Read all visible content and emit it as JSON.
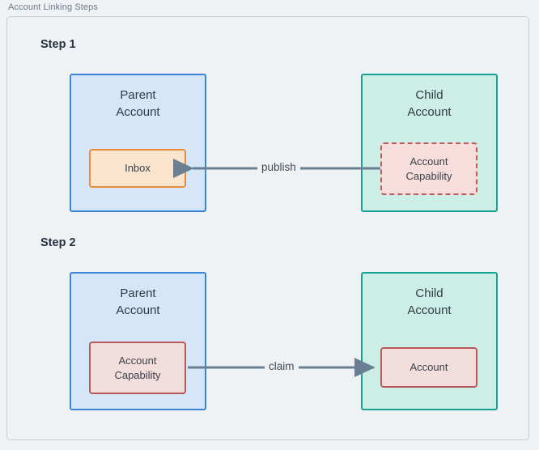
{
  "frame": {
    "title": "Account Linking Steps"
  },
  "colors": {
    "canvas": "#f0f3f5",
    "frame_border": "#c5ced6",
    "parent_fill": "#d5e6f8",
    "parent_border": "#3a86d4",
    "child_fill": "#cdeee6",
    "child_border": "#16a391",
    "inbox_fill": "#fbe4cd",
    "inbox_border": "#e88c3a",
    "capability_fill": "#f7dedd",
    "capability_border": "#bb5c5c",
    "arrow": "#6b7f92",
    "heading_text": "#253040",
    "body_text": "#2f3b45"
  },
  "steps": [
    {
      "label": "Step 1",
      "parent": {
        "title": "Parent\nAccount",
        "inner": {
          "label": "Inbox",
          "style": "inbox"
        }
      },
      "child": {
        "title": "Child\nAccount",
        "inner": {
          "label": "Account\nCapability",
          "style": "capability-dashed"
        }
      },
      "edge": {
        "label": "publish",
        "direction": "child-to-parent"
      }
    },
    {
      "label": "Step 2",
      "parent": {
        "title": "Parent\nAccount",
        "inner": {
          "label": "Account\nCapability",
          "style": "capability-solid"
        }
      },
      "child": {
        "title": "Child\nAccount",
        "inner": {
          "label": "Account",
          "style": "capability-solid"
        }
      },
      "edge": {
        "label": "claim",
        "direction": "parent-to-child"
      }
    }
  ]
}
